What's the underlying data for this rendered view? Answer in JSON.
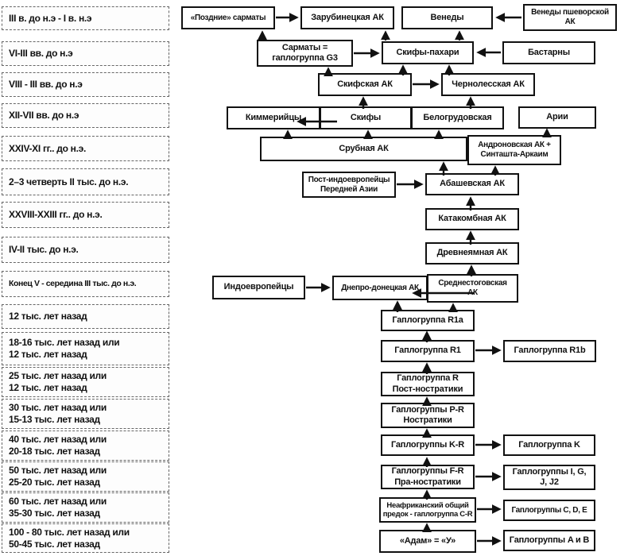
{
  "colors": {
    "line": "#111111",
    "box_border": "#111111",
    "box_background": "#ffffff",
    "page_background": "#ffffff"
  },
  "timeline": {
    "items": [
      "III в. до н.э - I в. н.э",
      "VI-III вв. до н.э",
      "VIII - III вв. до н.э",
      "XII-VII вв. до н.э",
      "XXIV-XI гг.. до н.э.",
      "2–3 четверть II тыс. до н.э.",
      "XXVIII-XXIII гг.. до н.э.",
      "IV-II тыс. до н.э.",
      "Конец V - середина III тыс. до н.э.",
      "12 тыс. лет назад",
      "18-16 тыс. лет назад или\n12 тыс. лет назад",
      "25 тыс. лет назад или\n12 тыс. лет назад",
      "30 тыс. лет назад или\n15-13 тыс. лет назад",
      "40 тыс. лет назад или\n20-18 тыс. лет назад",
      "50 тыс. лет назад или\n25-20 тыс. лет назад",
      "60 тыс. лет назад или\n35-30 тыс. лет назад",
      "100 - 80 тыс. лет назад или\n50-45 тыс. лет назад"
    ]
  },
  "flow": {
    "late_sarmatians": "«Поздние» сарматы",
    "zarubintsy_ak": "Зарубинецкая АК",
    "venedy": "Венеды",
    "venedy_przeworsk": "Венеды пшеворской\nАК",
    "sarmatians_g3": "Сарматы =\nгаплогруппа G3",
    "scythian_farmers": "Скифы-пахари",
    "bastarnae": "Бастарны",
    "scythian_ak": "Скифская АК",
    "chernolesskaya_ak": "Чернолесская АК",
    "cimmerians": "Киммерийцы",
    "scythians": "Скифы",
    "belogrudovskaya": "Белогрудовская",
    "arii": "Арии",
    "srubnaya_ak": "Срубная АК",
    "andronovo_sintashta": "Андроновская АК +\nСинташта-Аркаим",
    "post_indo_europeans": "Пост-индоевропейцы\nПередней Азии",
    "abashevskaya_ak": "Абашевская АК",
    "catacomb_ak": "Катакомбная АК",
    "yamnaya_ak": "Древнеямная АК",
    "indo_europeans": "Индоевропейцы",
    "dnieper_donets_ak": "Днепро-донецкая АК",
    "sredny_stog_ak": "Среднестоговская\nАК",
    "haplogroup_r1a": "Гаплогруппа R1a",
    "haplogroup_r1": "Гаплогруппа R1",
    "haplogroup_r1b": "Гаплогруппа R1b",
    "haplogroup_r_postnostratic": "Гаплогруппа R\nПост-ностратики",
    "haplogroups_pr_nostratic": "Гаплогруппы P-R\nНостратики",
    "haplogroups_kr": "Гаплогруппы K-R",
    "haplogroup_k": "Гаплогруппа K",
    "haplogroups_fr_pranostratic": "Гаплогруппы F-R\nПра-ностратики",
    "haplogroups_igj": "Гаплогруппы I, G,\nJ, J2",
    "non_african_cr": "Неафриканский общий\nпредок - гаплогруппа C-R",
    "haplogroups_cde": "Гаплогруппы C, D, E",
    "adam_y": "«Адам» = «У»",
    "haplogroups_ab": "Гаплогруппы A и B"
  }
}
